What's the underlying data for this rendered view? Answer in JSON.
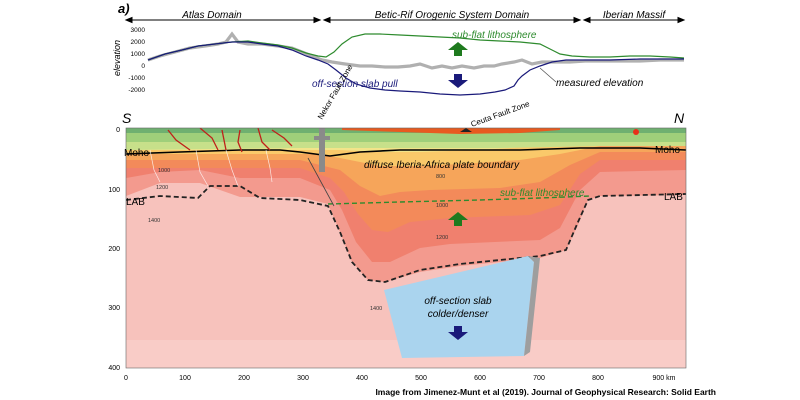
{
  "panel_label": "a)",
  "domains": {
    "left": "Atlas Domain",
    "middle": "Betic-Rif Orogenic System Domain",
    "right": "Iberian Massif"
  },
  "elevation_axis": {
    "label": "elevation",
    "ticks": [
      "3000",
      "2000",
      "1000",
      "0",
      "-1000",
      "-2000"
    ]
  },
  "top_annotations": {
    "sub_flat_lithosphere": "sub-flat lithosphere",
    "off_section_slab_pull": "off-section slab pull",
    "measured_elevation": "measured elevation"
  },
  "section": {
    "south": "S",
    "north": "N",
    "nekor_fault_zone": "Nekor Fault Zone",
    "ceuta_fault_zone": "Ceuta Fault Zone",
    "moho_left": "Moho",
    "moho_right": "Moho",
    "diffuse_boundary": "diffuse Iberia-Africa plate boundary",
    "sub_flat_lithosphere": "sub-flat lithosphere",
    "lab_left": "LAB",
    "lab_right": "LAB",
    "slab_line1": "off-section slab",
    "slab_line2": "colder/denser",
    "isotherms": [
      "1000",
      "1200",
      "1400",
      "800",
      "1000",
      "1200",
      "1400"
    ],
    "depth_ticks": [
      "0",
      "100",
      "200",
      "300",
      "400"
    ],
    "distance_ticks": [
      "0",
      "100",
      "200",
      "300",
      "400",
      "500",
      "600",
      "700",
      "800",
      "900 km"
    ]
  },
  "credit": "Image from Jimenez-Munt et al (2019). Journal of Geophysical Research: Solid Earth",
  "colors": {
    "green_line": "#2e8b2e",
    "blue_line": "#1a1a7a",
    "measured": "#b0b0b0",
    "slab": "#aad4ee",
    "arrow_up": "#1e7a1e",
    "arrow_down": "#1a1a7a"
  }
}
